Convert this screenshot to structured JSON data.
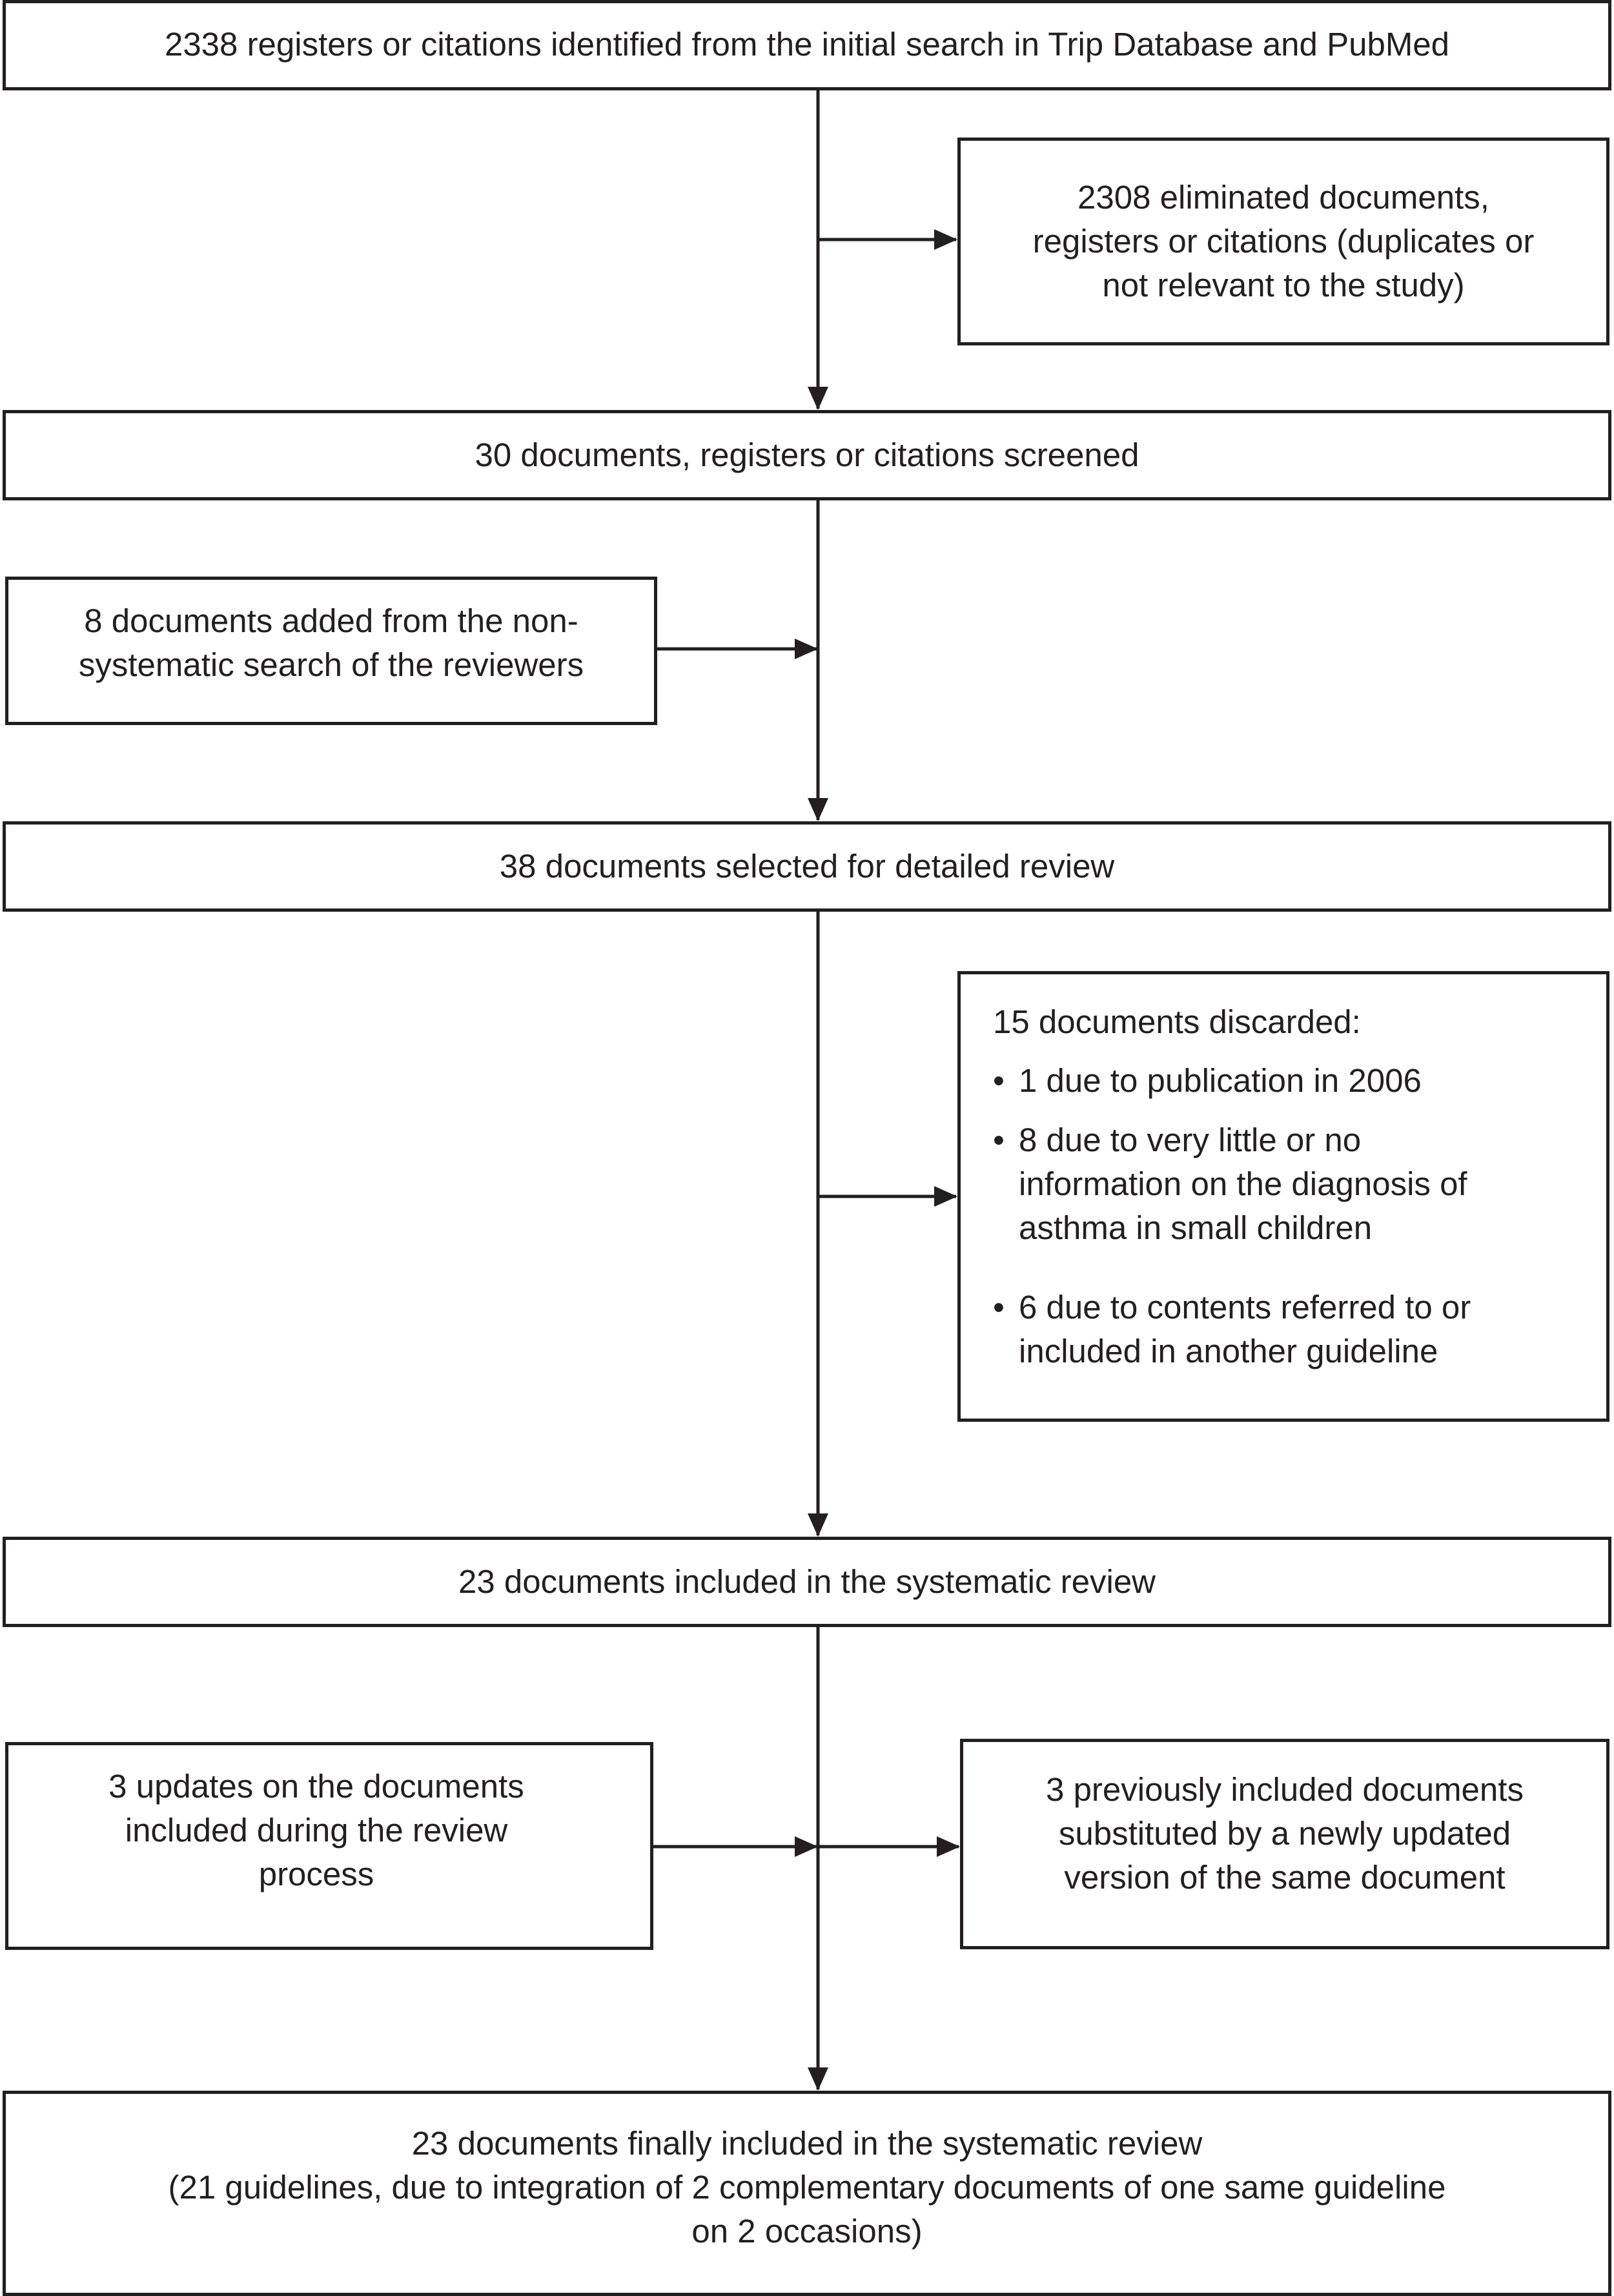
{
  "flowchart": {
    "identified": {
      "lines": [
        "2338 registers or citations identified from the initial search in Trip Database and PubMed"
      ]
    },
    "eliminated": {
      "lines": [
        "2308 eliminated documents,",
        "registers or citations (duplicates or",
        "not relevant to the study)"
      ]
    },
    "screened": {
      "lines": [
        "30 documents, registers or citations screened"
      ]
    },
    "added": {
      "lines": [
        "8 documents added from the non-",
        "systematic search of the reviewers"
      ]
    },
    "selected": {
      "lines": [
        "38 documents selected for detailed review"
      ]
    },
    "discarded": {
      "heading": "15 documents discarded:",
      "items": [
        {
          "lines": [
            "1 due to publication in 2006"
          ]
        },
        {
          "lines": [
            "8 due to very little or no",
            "information on the diagnosis of",
            "asthma in small children"
          ]
        },
        {
          "lines": [
            "6 due to contents referred to or",
            "included in another guideline"
          ]
        }
      ]
    },
    "included": {
      "lines": [
        "23 documents included in the systematic review"
      ]
    },
    "updates": {
      "lines": [
        "3 updates on the documents",
        "included during the review",
        "process"
      ]
    },
    "substituted": {
      "lines": [
        "3 previously included documents",
        "substituted by a newly updated",
        "version of the same document"
      ]
    },
    "final": {
      "lines": [
        "23 documents finally included in the systematic review",
        "(21 guidelines, due to integration of 2 complementary documents of one same guideline",
        "on 2 occasions)"
      ]
    }
  }
}
